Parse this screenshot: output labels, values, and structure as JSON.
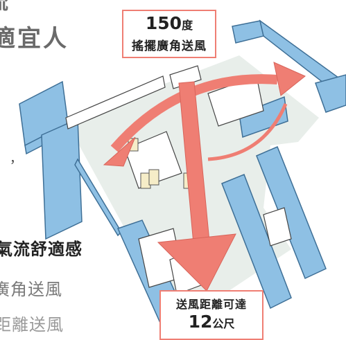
{
  "fragments": {
    "top_char": "流",
    "heading_line2": "適宜人",
    "comma": "，",
    "bold_line": "氣流舒適感",
    "line_a": "廣角送風",
    "line_b": "距離送風"
  },
  "angle_label": {
    "value": "150",
    "unit": "度",
    "caption": "搖擺廣角送風"
  },
  "distance_label": {
    "caption": "送風距離可達",
    "value": "12",
    "unit": "公尺"
  },
  "colors": {
    "arrow": "#ef7e73",
    "wall": "#8ec0e4",
    "wall_dark": "#5d93bd",
    "floor": "#e8eeea",
    "label_border": "#ef7e73"
  }
}
